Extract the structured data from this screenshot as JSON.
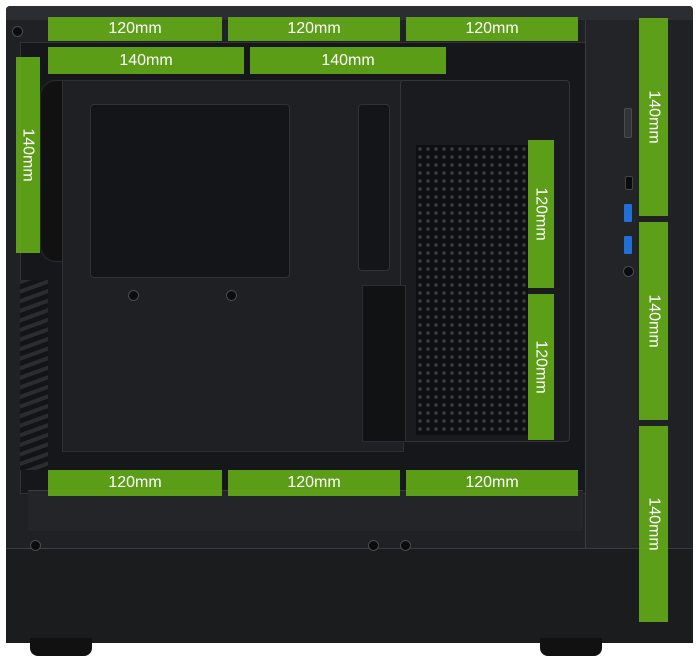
{
  "fan_zones": {
    "top_row_120": [
      "120mm",
      "120mm",
      "120mm"
    ],
    "top_row_140": [
      "140mm",
      "140mm"
    ],
    "rear_140": "140mm",
    "psu_side_120": [
      "120mm",
      "120mm"
    ],
    "bottom_row_120": [
      "120mm",
      "120mm",
      "120mm"
    ],
    "front_140": [
      "140mm",
      "140mm",
      "140mm"
    ]
  },
  "colors": {
    "zone_green": "#65b017",
    "case_black": "#202124",
    "usb_blue": "#1f6fd6"
  },
  "icons": {
    "io_ports": [
      "usb-a-port",
      "usb-a-port",
      "usb-c-port",
      "audio-jack",
      "power-button"
    ]
  }
}
